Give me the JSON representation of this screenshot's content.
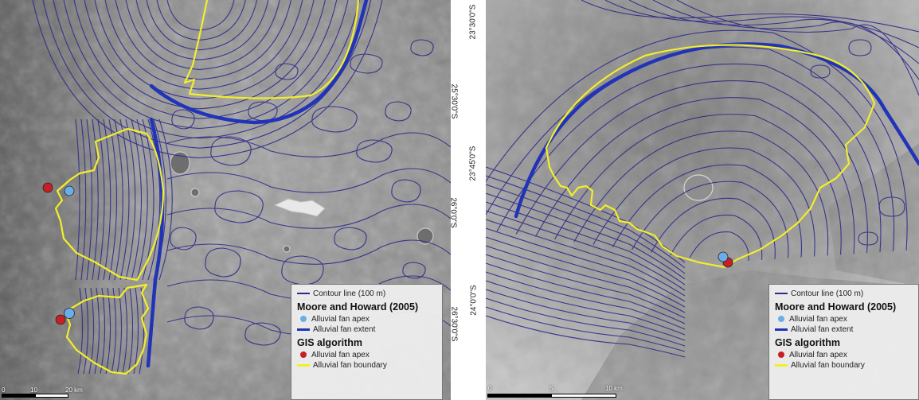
{
  "left_map": {
    "lat_labels": [
      "25°30'0\"S",
      "26°0'0\"S",
      "26°30'0\"S"
    ],
    "scale": {
      "ticks": [
        "0",
        "10",
        "20 km"
      ]
    },
    "legend": {
      "contour": "Contour line (100 m)",
      "section1_title": "Moore and Howard (2005)",
      "apex_mh": "Alluvial fan apex",
      "extent": "Alluvial fan extent",
      "section2_title": "GIS algorithm",
      "apex_gis": "Alluvial fan apex",
      "boundary": "Alluvial fan boundary"
    }
  },
  "right_map": {
    "lat_labels": [
      "23°30'0\"S",
      "23°45'0\"S",
      "24°0'0\"S"
    ],
    "scale": {
      "ticks": [
        "0",
        "5",
        "10 km"
      ]
    },
    "legend": {
      "contour": "Contour line (100 m)",
      "section1_title": "Moore and Howard (2005)",
      "apex_mh": "Alluvial fan apex",
      "extent": "Alluvial fan extent",
      "section2_title": "GIS algorithm",
      "apex_gis": "Alluvial fan apex",
      "boundary": "Alluvial fan boundary"
    }
  },
  "colors": {
    "contour": "#2e2a8a",
    "extent": "#2134b8",
    "boundary": "#f2ee2a",
    "apex_mh": "#6aaee8",
    "apex_gis": "#c81f26"
  }
}
